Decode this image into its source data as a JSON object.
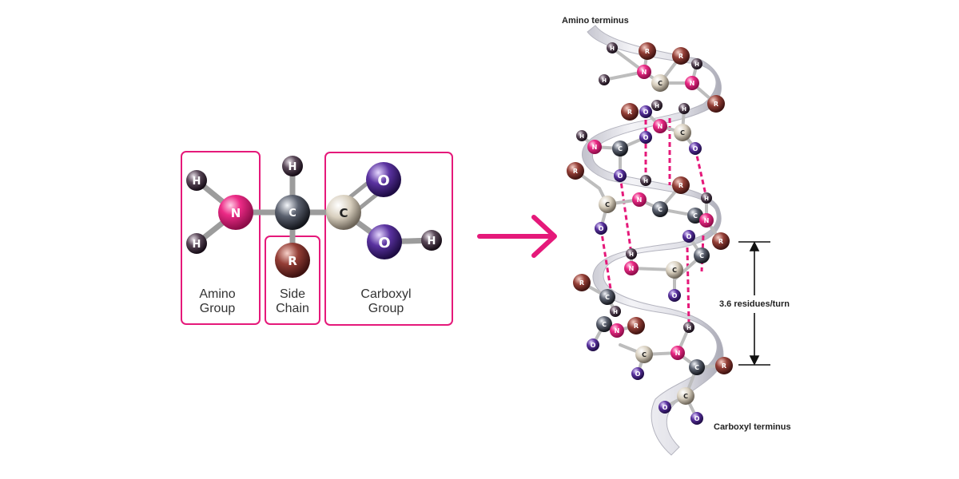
{
  "left_molecule": {
    "atoms": {
      "amino_h_top": "H",
      "amino_n": "N",
      "amino_h_bottom": "H",
      "alpha_c": "C",
      "alpha_h": "H",
      "side_r": "R",
      "carboxyl_c": "C",
      "carboxyl_o_double": "O",
      "carboxyl_o_hydroxyl": "O",
      "carboxyl_h": "H"
    },
    "groups": {
      "amino_line1": "Amino",
      "amino_line2": "Group",
      "side_line1": "Side",
      "side_line2": "Chain",
      "carboxyl_line1": "Carboxyl",
      "carboxyl_line2": "Group"
    }
  },
  "helix": {
    "amino_terminus": "Amino terminus",
    "carboxyl_terminus": "Carboxyl terminus",
    "residues_per_turn": "3.6 residues/turn"
  },
  "colors": {
    "accent_magenta": "#e5197a",
    "hydrogen": "#3a2a3a",
    "nitrogen": "#e5197a",
    "carbon": "#3a3d44",
    "oxygen": "#4c2a8a",
    "r_group": "#8a3a34"
  }
}
